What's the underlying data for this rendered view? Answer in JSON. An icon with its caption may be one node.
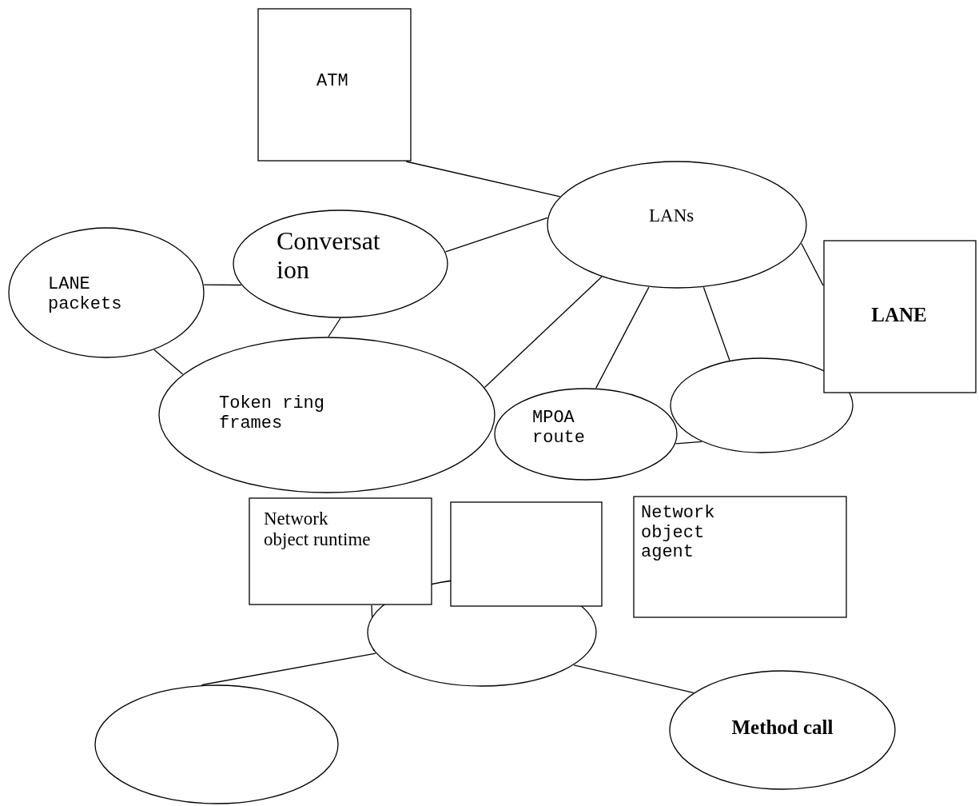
{
  "diagram": {
    "nodes": [
      {
        "text": [
          "ATM"
        ]
      },
      {
        "text": [
          "LANs"
        ]
      },
      {
        "text": [
          "LANE packets"
        ]
      },
      {
        "text": [
          "Conversation"
        ]
      },
      {
        "text": [
          "LANE"
        ]
      },
      {
        "text": [
          "Token ring frames"
        ]
      },
      {
        "text": [
          "MPOA route"
        ]
      },
      {
        "text": [],
        "shape": "ellipse"
      },
      {
        "text": [
          "Network object runtime"
        ]
      },
      {
        "text": [],
        "shape": "box"
      },
      {
        "text": [
          "Network object agent"
        ]
      },
      {
        "text": [],
        "shape": "ellipse"
      },
      {
        "text": [],
        "shape": "ellipse"
      },
      {
        "text": [
          "Method call"
        ]
      }
    ],
    "edges": [
      {
        "from": 0,
        "to": 1,
        "arrow": "none"
      },
      {
        "from": 3,
        "to": 1,
        "arrow": "none"
      },
      {
        "from": 2,
        "to": 3,
        "arrow": "none"
      },
      {
        "from": 3,
        "to": 5,
        "arrow": "none"
      },
      {
        "from": 2,
        "to": 5,
        "arrow": "none"
      },
      {
        "from": 1,
        "to": 5,
        "arrow": "none"
      },
      {
        "from": 1,
        "to": 6,
        "arrow": "none"
      },
      {
        "from": 1,
        "to": 7,
        "arrow": "none"
      },
      {
        "from": 1,
        "to": 4,
        "arrow": "none"
      },
      {
        "from": 6,
        "to": 7,
        "arrow": "none"
      },
      {
        "from": 8,
        "to": 11,
        "arrow": "none"
      },
      {
        "from": 11,
        "to": 12,
        "arrow": "none"
      },
      {
        "from": 11,
        "to": 13,
        "arrow": "none"
      }
    ]
  }
}
